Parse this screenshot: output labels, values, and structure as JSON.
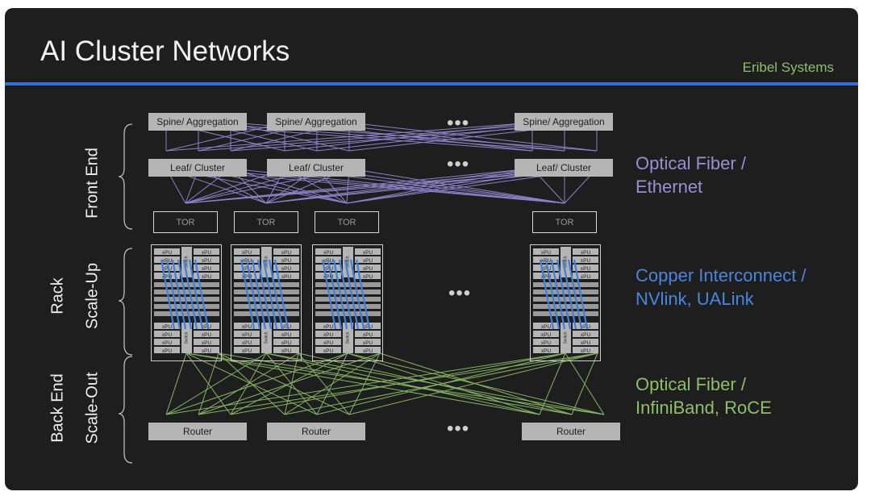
{
  "title": "AI Cluster Networks",
  "brand": "Eribel Systems",
  "spine_label": "Spine/ Aggregation",
  "leaf_label": "Leaf/ Cluster",
  "tor_label": "TOR",
  "router_label": "Router",
  "xpu_label": "xPU",
  "switch_label": "Switch",
  "ellipsis": "•••",
  "side_labels": {
    "front_end": "Front End",
    "rack": "Rack",
    "scale_up": "Scale-Up",
    "back_end": "Back End",
    "scale_out": "Scale-Out"
  },
  "notes": {
    "front_line1": "Optical Fiber /",
    "front_line2": "Ethernet",
    "scaleup_line1": "Copper Interconnect /",
    "scaleup_line2": "NVlink, UALink",
    "backend_line1": "Optical Fiber /",
    "backend_line2": "InfiniBand, RoCE"
  },
  "colors": {
    "background": "#1e1e1e",
    "accent_rule": "#2f6fd6",
    "front_end": "#9b8fd4",
    "scale_up": "#4a86e0",
    "back_end": "#8fbf6a"
  }
}
